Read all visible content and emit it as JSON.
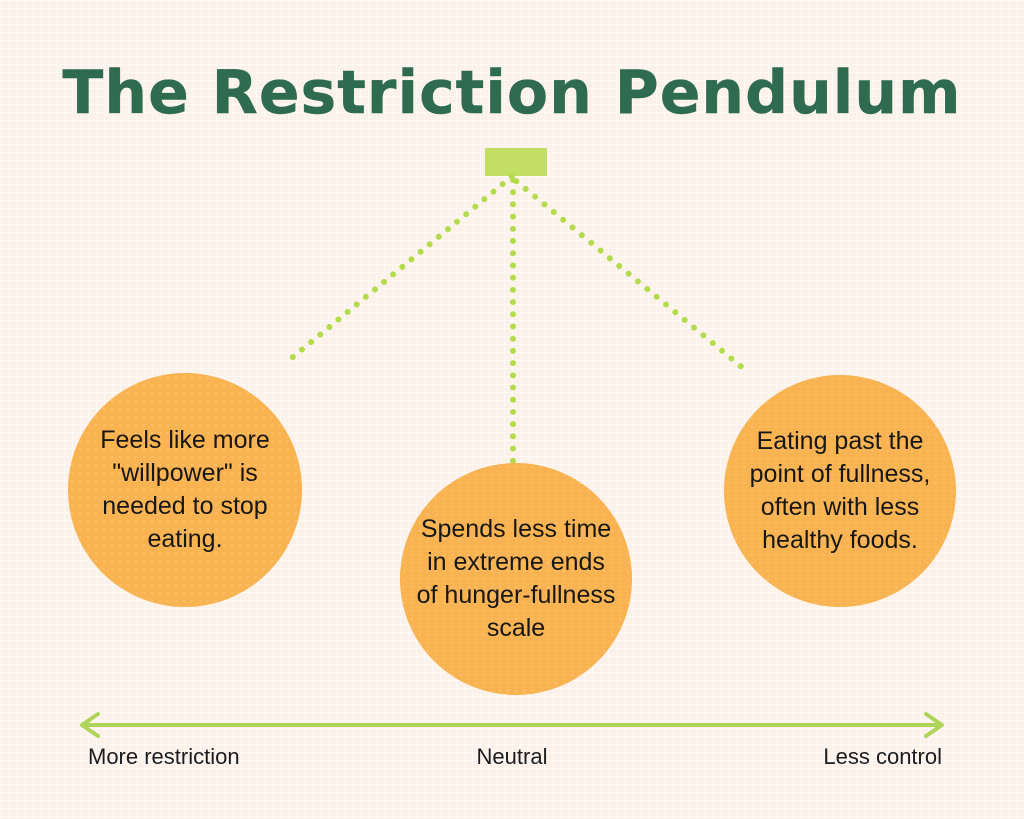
{
  "page": {
    "title": "The Restriction Pendulum",
    "background_color": "#fdf2ea"
  },
  "colors": {
    "background": "#fdf2ea",
    "title_green": "#2f6b4f",
    "pivot_green": "#c2de65",
    "string_green": "#b4db4c",
    "arrow_green": "#aed55a",
    "bob_orange": "#f9b351",
    "text_dark": "#171717"
  },
  "diagram": {
    "pivot_label": "pendulum-pivot-block",
    "bobs": [
      {
        "id": "more-restriction",
        "text": "Feels like more \"willpower\" is needed to stop eating."
      },
      {
        "id": "neutral",
        "text": "Spends less time in extreme ends of hunger-fullness scale"
      },
      {
        "id": "less-control",
        "text": "Eating past the point of fullness, often with less healthy foods."
      }
    ]
  },
  "axis": {
    "labels": {
      "left": "More restriction",
      "middle": "Neutral",
      "right": "Less control"
    },
    "arrow_direction": "double"
  }
}
